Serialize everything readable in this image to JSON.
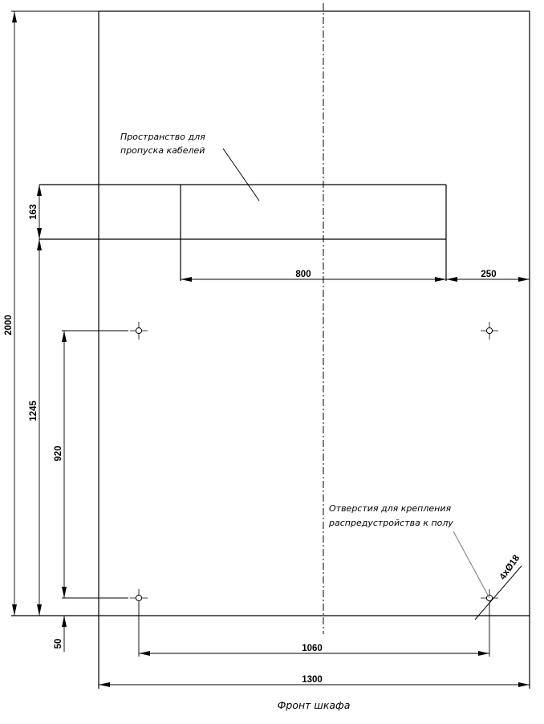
{
  "notes": {
    "cable_space_line1": "Пространство для",
    "cable_space_line2": "пропуска кабелей",
    "holes_line1": "Отверстия для крепления",
    "holes_line2": "распредустройства к полу"
  },
  "holes_callout": "4xØ18",
  "dimensions": {
    "total_depth": "2000",
    "cable_depth": "163",
    "hole_front_distance": "1245",
    "hole_spacing_depth": "920",
    "front_offset": "50",
    "cable_width": "800",
    "right_margin": "250",
    "hole_spacing_width": "1060",
    "total_width": "1300"
  },
  "caption": "Фронт шкафа"
}
